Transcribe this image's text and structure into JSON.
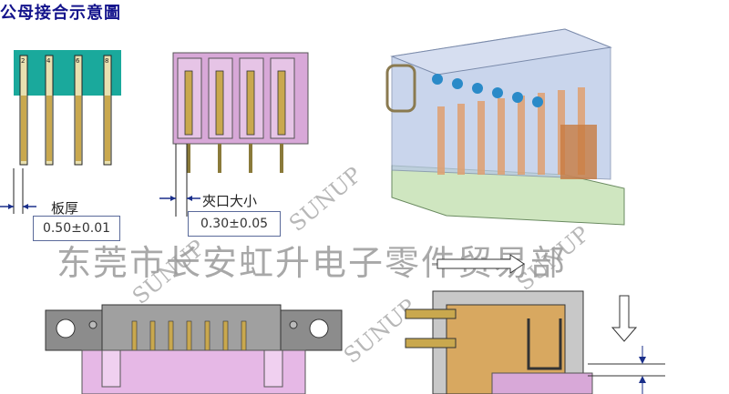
{
  "title": "公母接合示意圖",
  "dimensions": {
    "plate_thickness": {
      "label": "板厚",
      "value": "0.50±0.01"
    },
    "clamp_opening": {
      "label": "夾口大小",
      "value": "0.30±0.05"
    }
  },
  "watermark": {
    "company": "东莞市长安虹升电子零件贸易部",
    "brand": "SUNUP"
  },
  "colors": {
    "title": "#14148c",
    "teal_housing": "#1aa99c",
    "pink_housing": "#d8a8d8",
    "pin_gold": "#c9a84e"
  }
}
